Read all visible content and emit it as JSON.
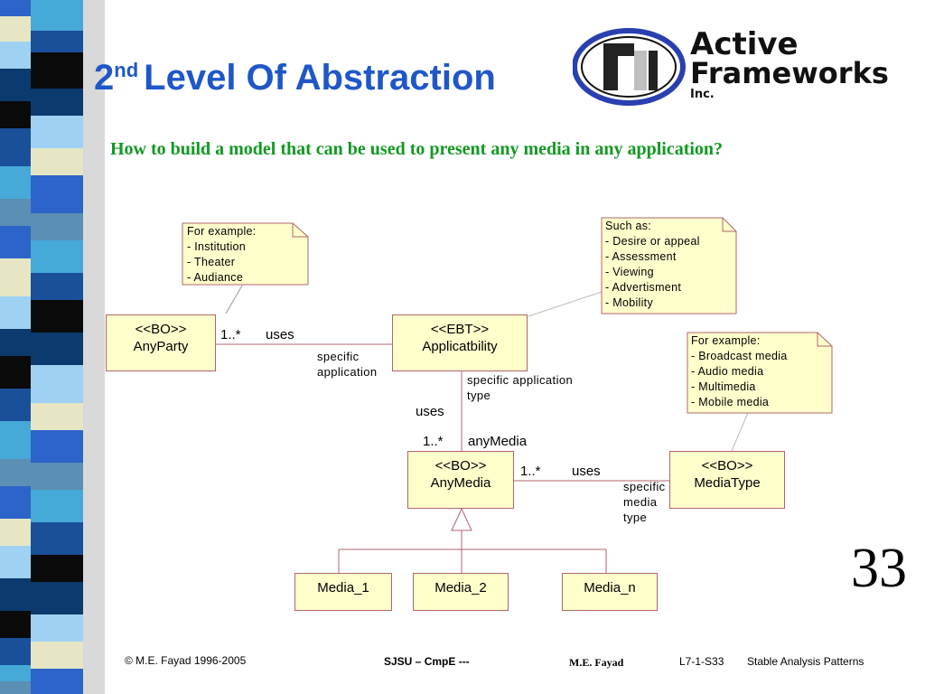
{
  "slide": {
    "title_prefix": "2",
    "title_sup": "nd",
    "title_rest": "Level Of Abstraction",
    "subtitle": "How to build a model that can be used to present any media in any application?",
    "page_number": "33",
    "logo": {
      "letters": "AFi",
      "line1": "Active",
      "line2": "Frameworks",
      "line3": "Inc."
    }
  },
  "classes": {
    "anyparty": [
      "<<BO>>",
      "AnyParty"
    ],
    "applicability": [
      "<<EBT>>",
      "Applicatbility"
    ],
    "anymedia": [
      "<<BO>>",
      "AnyMedia"
    ],
    "mediatype": [
      "<<BO>>",
      "MediaType"
    ],
    "media1": "Media_1",
    "media2": "Media_2",
    "median": "Media_n"
  },
  "notes": {
    "party": [
      "For example:",
      "- Institution",
      "- Theater",
      "- Audiance"
    ],
    "applic": [
      "Such as:",
      "- Desire or appeal",
      "- Assessment",
      "- Viewing",
      "- Advertisment",
      "- Mobility"
    ],
    "media": [
      "For example:",
      "- Broadcast media",
      "- Audio media",
      "- Multimedia",
      "- Mobile media"
    ]
  },
  "labels": {
    "party_mult": "1..*",
    "party_uses": "uses",
    "party_role": [
      "specific",
      "application"
    ],
    "app_role": [
      "specific application",
      "type"
    ],
    "vert_uses": "uses",
    "vert_mult": "1..*",
    "vert_role": "anyMedia",
    "mt_mult": "1..*",
    "mt_uses": "uses",
    "mt_role": [
      "specific",
      "media",
      "type"
    ]
  },
  "footer": {
    "copyright": "© M.E. Fayad 1996-2005",
    "course": "SJSU – CmpE ---",
    "author": "M.E. Fayad",
    "slide_id": "L7-1-S33",
    "topic": "Stable Analysis Patterns"
  },
  "colors": {
    "title": "#1f57c8",
    "subtitle": "#119922",
    "box_fill": "#ffffcc",
    "box_border": "#b0656d"
  }
}
